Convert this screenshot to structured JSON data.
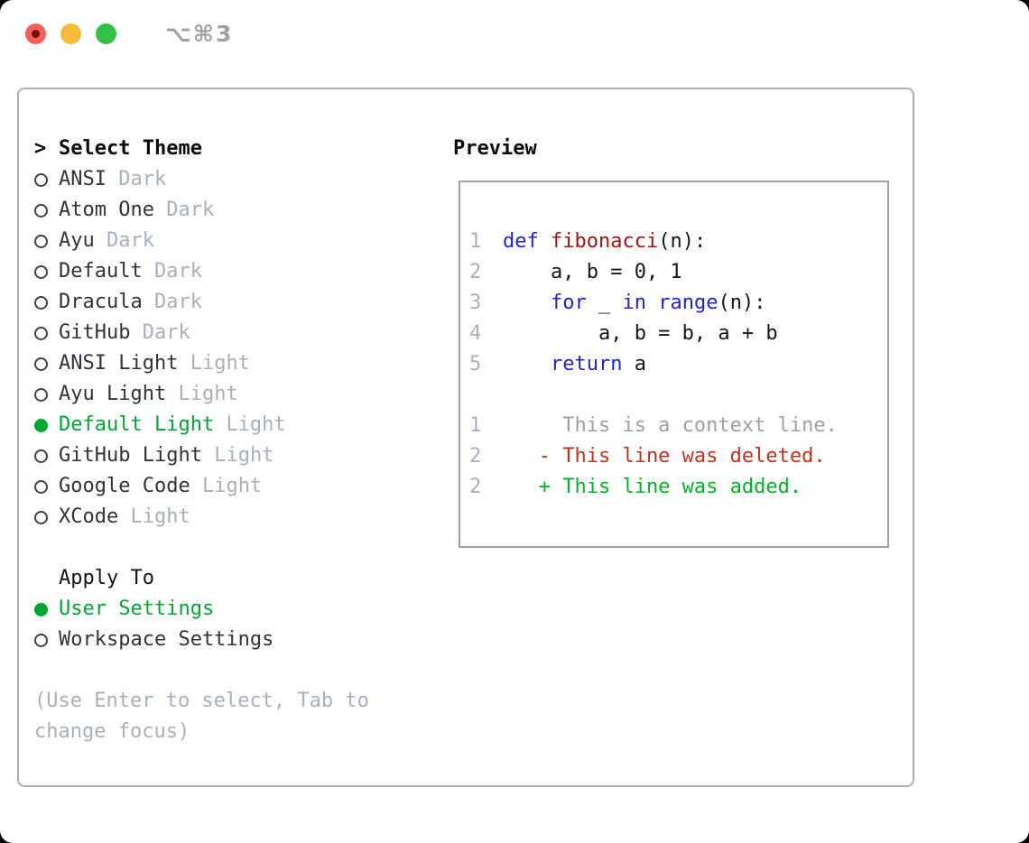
{
  "titlebar": {
    "shortcut": "⌥⌘3",
    "buttons": {
      "close_color": "#f5605a",
      "minimize_color": "#f7bb3c",
      "zoom_color": "#33c148"
    }
  },
  "colors": {
    "accent_green": "#00a832",
    "keyword_blue": "#2222dd",
    "function_red": "#aa1212",
    "diff_deleted_red": "#c5311c",
    "diff_added_green": "#00b526",
    "muted_gray": "#a8b0bc",
    "border_gray": "#a9b0b9"
  },
  "theme_select": {
    "prompt": ">",
    "title": "Select Theme",
    "items": [
      {
        "name": "ANSI",
        "tag": "Dark",
        "selected": false
      },
      {
        "name": "Atom One",
        "tag": "Dark",
        "selected": false
      },
      {
        "name": "Ayu",
        "tag": "Dark",
        "selected": false
      },
      {
        "name": "Default",
        "tag": "Dark",
        "selected": false
      },
      {
        "name": "Dracula",
        "tag": "Dark",
        "selected": false
      },
      {
        "name": "GitHub",
        "tag": "Dark",
        "selected": false
      },
      {
        "name": "ANSI Light",
        "tag": "Light",
        "selected": false
      },
      {
        "name": "Ayu Light",
        "tag": "Light",
        "selected": false
      },
      {
        "name": "Default Light",
        "tag": "Light",
        "selected": true
      },
      {
        "name": "GitHub Light",
        "tag": "Light",
        "selected": false
      },
      {
        "name": "Google Code",
        "tag": "Light",
        "selected": false
      },
      {
        "name": "XCode",
        "tag": "Light",
        "selected": false
      }
    ]
  },
  "apply_to": {
    "title": "Apply To",
    "options": [
      {
        "label": "User Settings",
        "selected": true
      },
      {
        "label": "Workspace Settings",
        "selected": false
      }
    ]
  },
  "hint": "(Use Enter to select, Tab to change focus)",
  "preview": {
    "title": "Preview",
    "lines": [
      {
        "num": "1",
        "segs": [
          {
            "c": "kw",
            "t": "def "
          },
          {
            "c": "fn",
            "t": "fibonacci"
          },
          {
            "c": "pl",
            "t": "(n):"
          }
        ]
      },
      {
        "num": "2",
        "segs": [
          {
            "c": "pl",
            "t": "    a, b = 0, 1"
          }
        ]
      },
      {
        "num": "3",
        "segs": [
          {
            "c": "pl",
            "t": "    "
          },
          {
            "c": "kw",
            "t": "for"
          },
          {
            "c": "pl",
            "t": " _ "
          },
          {
            "c": "kw",
            "t": "in"
          },
          {
            "c": "pl",
            "t": " "
          },
          {
            "c": "kw",
            "t": "range"
          },
          {
            "c": "pl",
            "t": "(n):"
          }
        ]
      },
      {
        "num": "4",
        "segs": [
          {
            "c": "pl",
            "t": "        a, b = b, a + b"
          }
        ]
      },
      {
        "num": "5",
        "segs": [
          {
            "c": "pl",
            "t": "    "
          },
          {
            "c": "kw",
            "t": "return"
          },
          {
            "c": "pl",
            "t": " a"
          }
        ]
      },
      {
        "num": "",
        "segs": []
      },
      {
        "num": "1",
        "segs": [
          {
            "c": "ctx",
            "t": "     This is a context line."
          }
        ]
      },
      {
        "num": "2",
        "segs": [
          {
            "c": "del",
            "t": "   - This line was deleted."
          }
        ]
      },
      {
        "num": "2",
        "segs": [
          {
            "c": "add",
            "t": "   + This line was added."
          }
        ]
      }
    ]
  }
}
